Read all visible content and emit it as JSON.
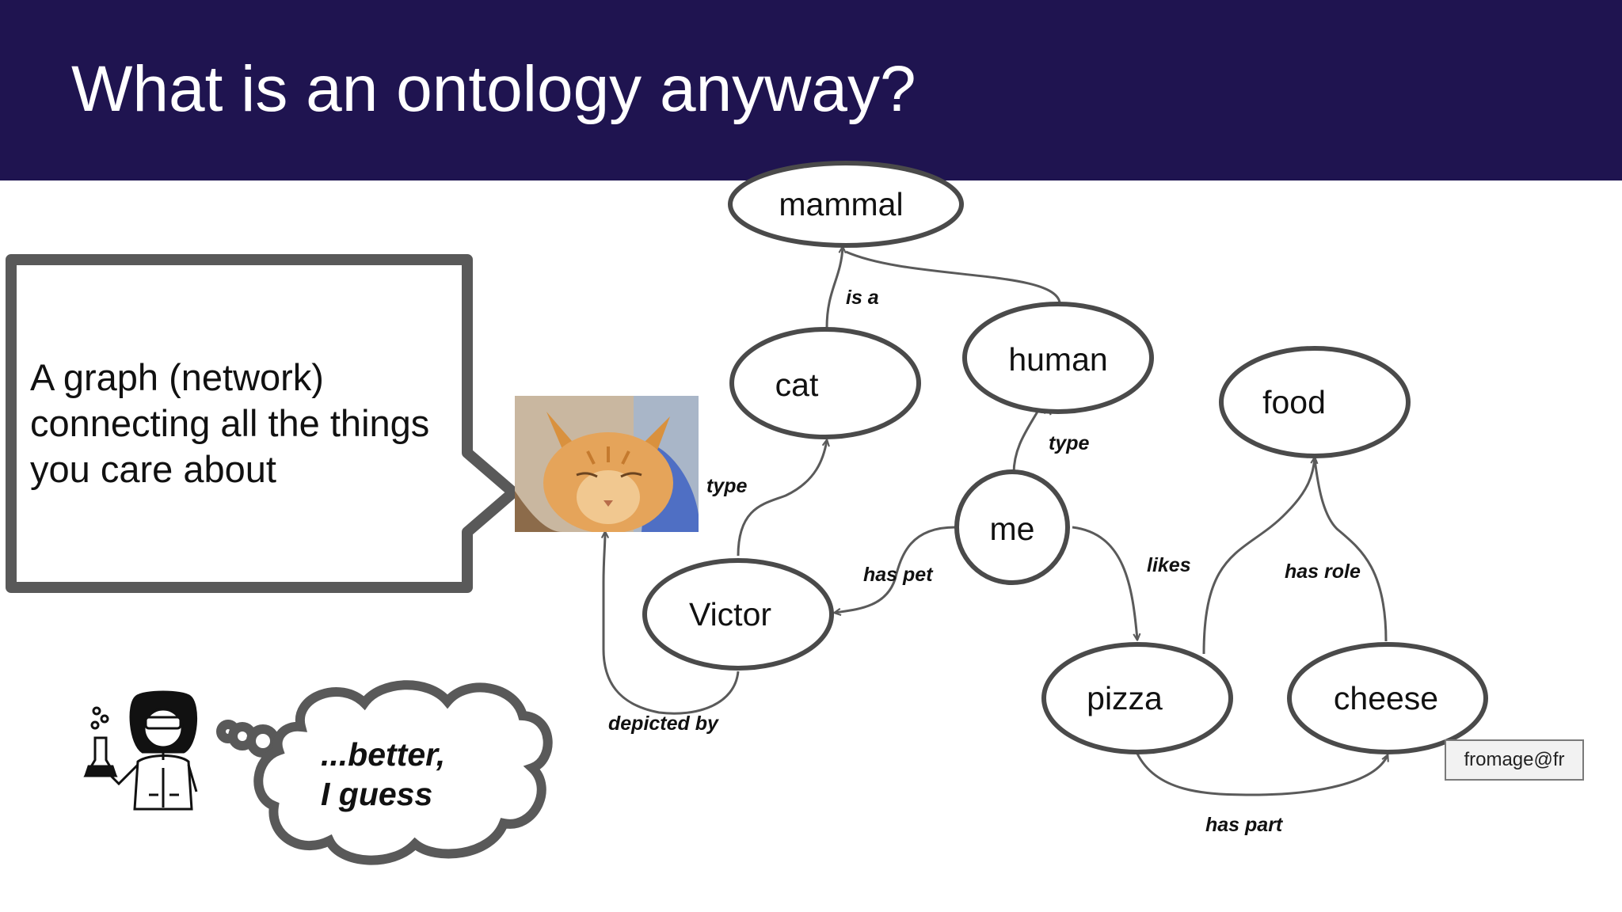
{
  "title": "What is an ontology anyway?",
  "speech_bubble": {
    "text": "A graph (network) connecting all the things you care about"
  },
  "thought_bubble": {
    "line1": "...better,",
    "line2": "I guess"
  },
  "literal": "fromage@fr",
  "colors": {
    "header": "#1f1450",
    "node_stroke": "#4a4a4a",
    "edge_stroke": "#5a5a5a"
  },
  "images": [
    "cat-photo",
    "scientist-icon"
  ],
  "nodes": {
    "mammal": "mammal",
    "cat": "cat",
    "human": "human",
    "food": "food",
    "me": "me",
    "victor": "Victor",
    "pizza": "pizza",
    "cheese": "cheese"
  },
  "edges": {
    "cat_mammal": "is a",
    "victor_cat": "type",
    "me_human": "type",
    "me_victor": "has pet",
    "me_pizza": "likes",
    "cheese_food": "has role",
    "victor_photo": "depicted by",
    "pizza_cheese": "has part"
  }
}
